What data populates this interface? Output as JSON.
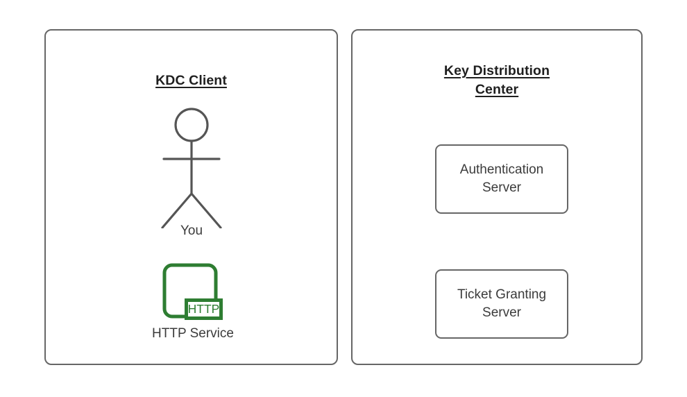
{
  "diagram": {
    "background": "#ffffff",
    "stroke_color": "#666666",
    "text_color": "#3b3b3b",
    "accent_green": "#2e7d32"
  },
  "panels": [
    {
      "id": "kdc-client",
      "title_lines": [
        "KDC Client"
      ],
      "nodes": {
        "actor": {
          "icon": "stick-figure-icon",
          "label": "You"
        },
        "service": {
          "icon": "http-service-icon",
          "badge": "HTTP",
          "label": "HTTP Service",
          "color": "#2e7d32"
        }
      }
    },
    {
      "id": "key-distribution-center",
      "title_lines": [
        "Key Distribution",
        "Center"
      ],
      "boxes": [
        {
          "label": "Authentication Server",
          "line1": "Authentication",
          "line2": "Server"
        },
        {
          "label": "Ticket Granting Server",
          "line1": "Ticket Granting",
          "line2": "Server"
        }
      ]
    }
  ]
}
